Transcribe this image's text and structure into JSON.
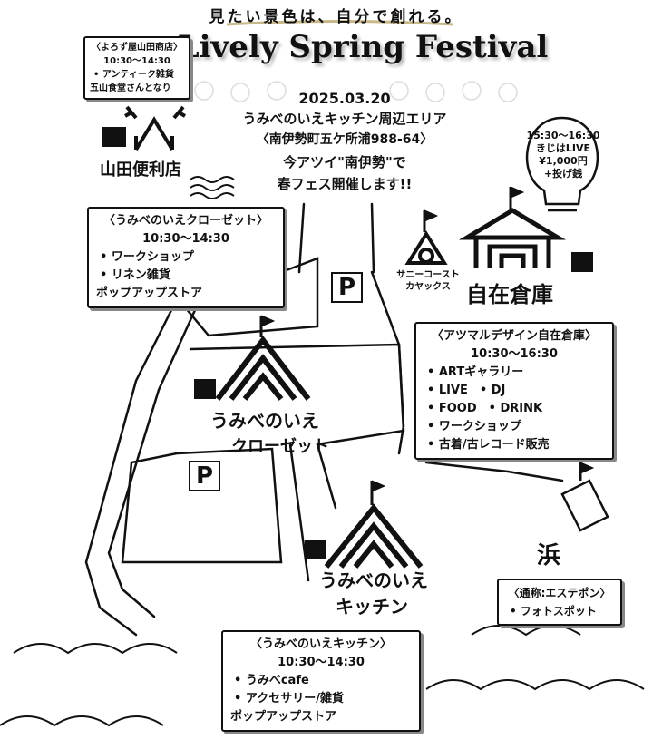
{
  "header": {
    "tagline": "見たい景色は、自分で創れる。",
    "title": "Lively Spring Festival",
    "date": "2025.03.20",
    "area": "うみべのいえキッチン周辺エリア",
    "address": "〈南伊勢町五ケ所浦988-64〉",
    "message_line1": "今アツイ\"南伊勢\"で",
    "message_line2": "春フェス開催します!!"
  },
  "signs": {
    "yamada": {
      "header": "〈よろず屋山田商店〉",
      "hours": "10:30〜14:30",
      "items": [
        "アンティーク雑貨"
      ],
      "note": "五山食堂さんとなり"
    },
    "closet": {
      "header": "〈うみべのいえクローゼット〉",
      "hours": "10:30〜14:30",
      "items": [
        "ワークショップ",
        "リネン雑貨"
      ],
      "note": "ポップアップストア"
    },
    "atsumaru": {
      "header": "〈アツマルデザイン自在倉庫〉",
      "hours": "10:30〜16:30",
      "items": [
        "ARTギャラリー",
        "LIVE　• DJ",
        "FOOD　• DRINK",
        "ワークショップ",
        "古着/古レコード販売"
      ]
    },
    "kitchen": {
      "header": "〈うみべのいえキッチン〉",
      "hours": "10:30〜14:30",
      "items": [
        "うみべcafe",
        "アクセサリー/雑貨"
      ],
      "note": "ポップアップストア"
    },
    "estepon": {
      "header": "〈通称:エステポン〉",
      "items": [
        "フォトスポット"
      ]
    }
  },
  "live": {
    "time": "15:30〜16:30",
    "name": "きじはLIVE",
    "price": "¥1,000円",
    "extra": "+投げ銭"
  },
  "labels": {
    "yamada_store": "山田便利店",
    "sunny_coast_1": "サニーコースト",
    "sunny_coast_2": "カヤックス",
    "jizai_souko": "自在倉庫",
    "closet_1": "うみべのいえ",
    "closet_2": "クローゼット",
    "kitchen_1": "うみべのいえ",
    "kitchen_2": "キッチン",
    "beach": "浜",
    "parking": "P"
  }
}
